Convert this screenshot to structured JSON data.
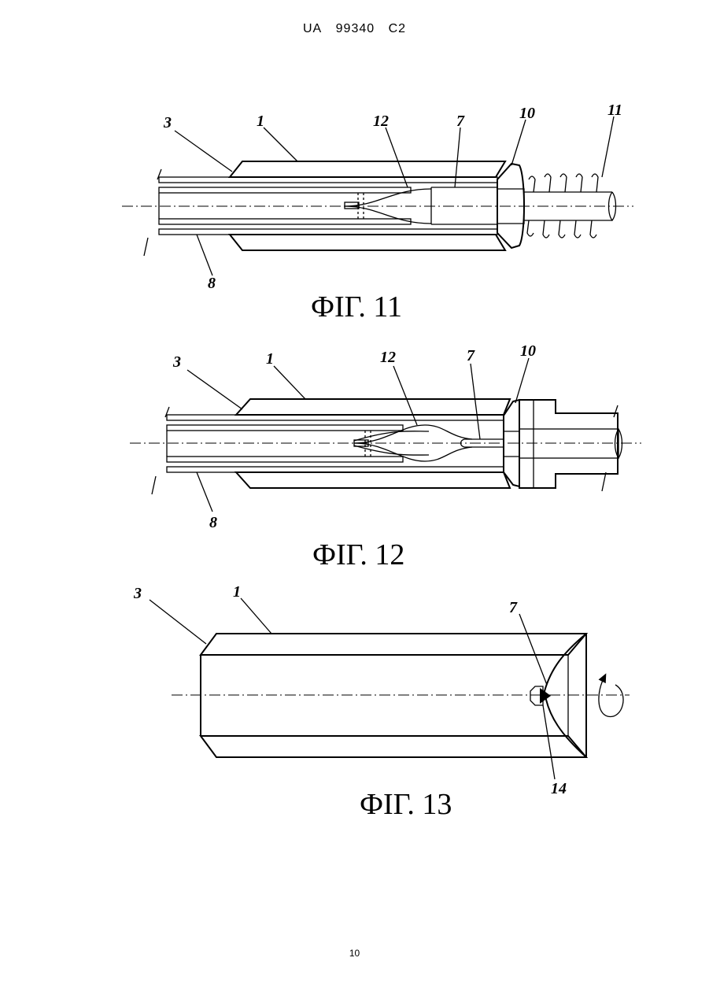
{
  "header": {
    "country": "UA",
    "number": "99340",
    "kind": "C2"
  },
  "page_number": "10",
  "figures": [
    {
      "caption": "ФІГ. 11",
      "labels": {
        "body": "1",
        "chamfer": "3",
        "tube": "7",
        "inner": "8",
        "cap": "10",
        "spring": "11",
        "wire": "12"
      }
    },
    {
      "caption": "ФІГ. 12",
      "labels": {
        "body": "1",
        "chamfer": "3",
        "tube": "7",
        "inner": "8",
        "cap": "10",
        "wire": "12"
      }
    },
    {
      "caption": "ФІГ. 13",
      "labels": {
        "body": "1",
        "chamfer": "3",
        "tube": "7",
        "weld": "14"
      }
    }
  ]
}
